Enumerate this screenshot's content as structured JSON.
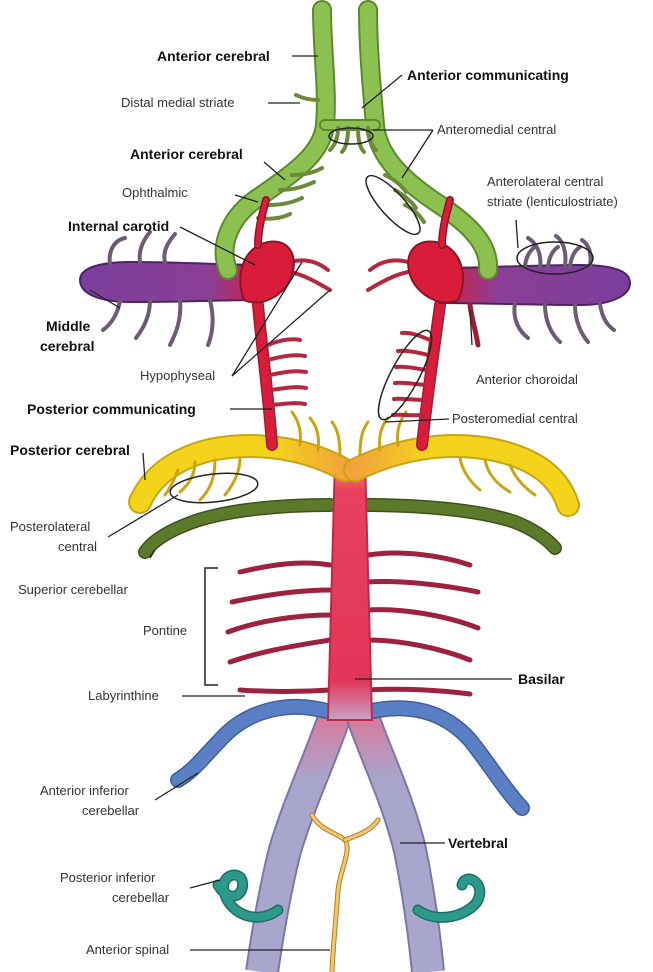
{
  "labels": {
    "anterior_cerebral_top": "Anterior cerebral",
    "anterior_communicating": "Anterior communicating",
    "distal_medial_striate": "Distal medial striate",
    "anteromedial_central": "Anteromedial central",
    "anterior_cerebral_mid": "Anterior cerebral",
    "ophthalmic": "Ophthalmic",
    "anterolateral_central_1": "Anterolateral central",
    "anterolateral_central_2": "striate (lenticulostriate)",
    "internal_carotid": "Internal carotid",
    "middle_cerebral_1": "Middle",
    "middle_cerebral_2": "cerebral",
    "hypophyseal": "Hypophyseal",
    "anterior_choroidal": "Anterior choroidal",
    "posterior_communicating": "Posterior communicating",
    "posteromedial_central": "Posteromedial central",
    "posterior_cerebral": "Posterior cerebral",
    "posterolateral_central_1": "Posterolateral",
    "posterolateral_central_2": "central",
    "superior_cerebellar": "Superior cerebellar",
    "pontine": "Pontine",
    "labyrinthine": "Labyrinthine",
    "basilar": "Basilar",
    "anterior_inferior_cerebellar_1": "Anterior inferior",
    "anterior_inferior_cerebellar_2": "cerebellar",
    "vertebral": "Vertebral",
    "posterior_inferior_cerebellar_1": "Posterior inferior",
    "posterior_inferior_cerebellar_2": "cerebellar",
    "anterior_spinal": "Anterior spinal"
  },
  "colors": {
    "anterior_cerebral": "#8cc152",
    "anterior_cerebral_outline": "#5b8a2a",
    "carotid": "#d81c3a",
    "middle_cerebral": "#7b3f9e",
    "branch_red": "#b7263f",
    "posterior_cerebral": "#f3d41a",
    "superior_cerebellar": "#5d7a2a",
    "basilar": "#e2365a",
    "anterior_inferior_cerebellar": "#5b7fc4",
    "vertebral": "#a8a6cc",
    "posterior_inferior_cerebellar": "#2c9a8a",
    "anterior_spinal": "#e6b04a",
    "leader": "#222222"
  }
}
